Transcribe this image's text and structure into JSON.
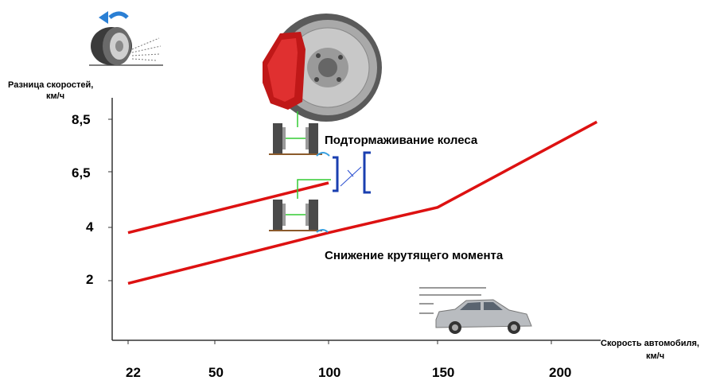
{
  "y_axis_label_line1": "Разница скоростей,",
  "y_axis_label_line2": "км/ч",
  "x_axis_label_line1": "Скорость автомобиля,",
  "x_axis_label_line2": "км/ч",
  "annotation_top": "Подтормаживание колеса",
  "annotation_bottom": "Снижение крутящего момента",
  "line_color": "#dd1111",
  "chart_data": {
    "type": "line",
    "x_ticks": [
      "22",
      "50",
      "100",
      "150",
      "200"
    ],
    "y_ticks": [
      "2",
      "4",
      "6,5",
      "8,5"
    ],
    "series": [
      {
        "values": [
          [
            22,
            3.8
          ],
          [
            100,
            6.0
          ]
        ]
      },
      {
        "values": [
          [
            22,
            1.9
          ],
          [
            100,
            3.8
          ],
          [
            150,
            4.9
          ],
          [
            220,
            8.4
          ]
        ]
      }
    ]
  },
  "icons": [
    "spinning-wheel-icon",
    "brake-disc-caliper-icon",
    "wheel-pair-icon",
    "wheel-pair-icon",
    "car-icon"
  ]
}
